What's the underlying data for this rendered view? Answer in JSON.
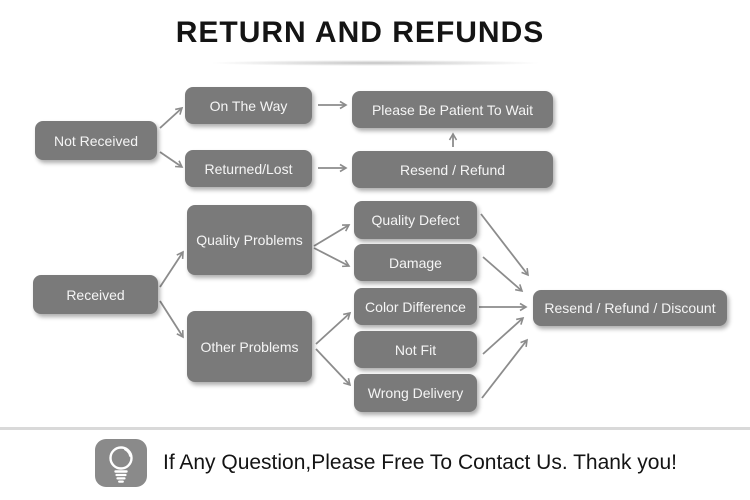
{
  "title": "RETURN AND REFUNDS",
  "flowchart": {
    "nodes": {
      "not_received": "Not Received",
      "on_the_way": "On The Way",
      "please_wait": "Please Be Patient To Wait",
      "returned_lost": "Returned/Lost",
      "resend_refund": "Resend / Refund",
      "received": "Received",
      "quality_problems": "Quality Problems",
      "other_problems": "Other Problems",
      "quality_defect": "Quality Defect",
      "damage": "Damage",
      "color_difference": "Color Difference",
      "not_fit": "Not Fit",
      "wrong_delivery": "Wrong Delivery",
      "resend_refund_discount": "Resend / Refund / Discount"
    }
  },
  "footer": {
    "message": "If Any Question,Please Free To Contact Us. Thank you!",
    "icon": "light-bulb-icon"
  },
  "colors": {
    "node_bg": "#7a7a7a",
    "node_text": "#f5f5f5",
    "arrow": "#8c8c8c",
    "title_text": "#141414",
    "divider": "#d9d9d9",
    "icon_bg": "#8a8a8a",
    "page_bg": "#ffffff"
  }
}
